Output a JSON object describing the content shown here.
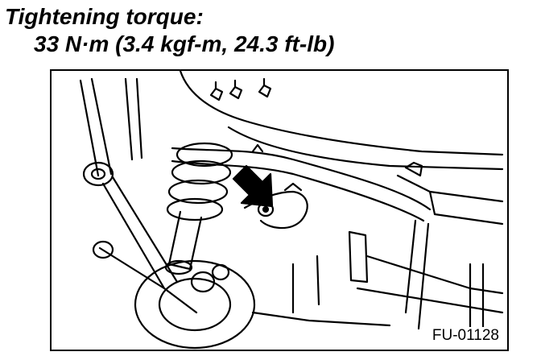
{
  "heading": {
    "title": "Tightening torque:",
    "value": "33 N·m (3.4 kgf-m, 24.3 ft-lb)"
  },
  "figure": {
    "id_label": "FU-01128",
    "line_color": "#000000",
    "arrow_color": "#000000",
    "icons": [
      "suspension-illustration",
      "pointer-arrow-icon"
    ]
  }
}
